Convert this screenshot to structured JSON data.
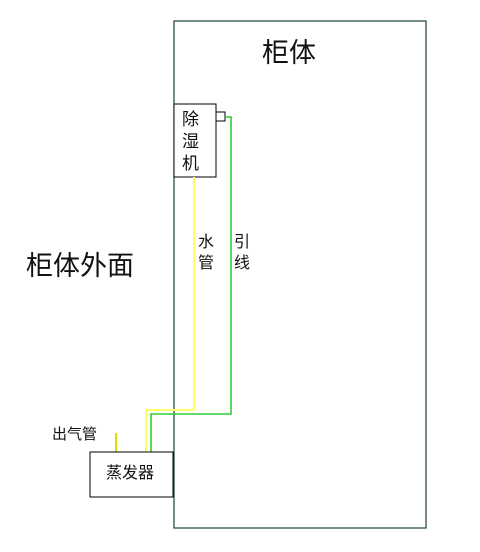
{
  "cabinet": {
    "title": "柜体"
  },
  "outside": {
    "label": "柜体外面"
  },
  "dehumidifier": {
    "label": "除湿机"
  },
  "water_pipe": {
    "label": "水管",
    "color": "#ffff66"
  },
  "wire": {
    "label": "引线",
    "color": "#33cc33"
  },
  "evaporator": {
    "label": "蒸发器"
  },
  "outlet_pipe": {
    "label": "出气管",
    "color": "#dddd00"
  },
  "colors": {
    "cabinet_border": "#1a3f3a",
    "box_border": "#000000"
  }
}
